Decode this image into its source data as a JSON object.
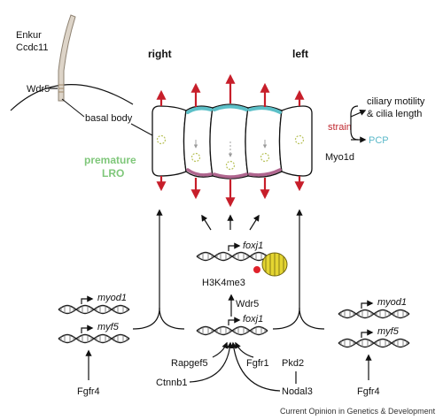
{
  "labels": {
    "enkur": "Enkur",
    "ccdc11": "Ccdc11",
    "wdr5_cilium": "Wdr5",
    "basal_body": "basal body",
    "right": "right",
    "left": "left",
    "premature_line1": "premature",
    "premature_line2": "LRO",
    "strain": "strain",
    "ciliary_line1": "ciliary motility",
    "ciliary_line2": "& cilia length",
    "pcp": "PCP",
    "myo1d": "Myo1d",
    "foxj1_top": "foxj1",
    "h3k4me3": "H3K4me3",
    "wdr5_mid": "Wdr5",
    "foxj1_bottom": "foxj1",
    "myod1_left": "myod1",
    "myf5_left": "myf5",
    "myod1_right": "myod1",
    "myf5_right": "myf5",
    "rapgef5": "Rapgef5",
    "ctnnb1": "Ctnnb1",
    "fgfr1": "Fgfr1",
    "pkd2": "Pkd2",
    "nodal3": "Nodal3",
    "fgfr4_left": "Fgfr4",
    "fgfr4_right": "Fgfr4",
    "footer": "Current Opinion in Genetics & Development"
  },
  "colors": {
    "apical": "#5cc0c8",
    "basal": "#b0668f",
    "arrow_red": "#c71e2a",
    "basal_body": "#b8c25a",
    "nucleosome": "#e4d531",
    "methyl_mark": "#e0222b",
    "lro_green": "#7fc77a",
    "pcp_blue": "#5bb9c9"
  },
  "icons": [
    "cilium-icon",
    "dna-helix-icon",
    "nucleosome-icon",
    "gene-promoter-arrow-icon"
  ]
}
